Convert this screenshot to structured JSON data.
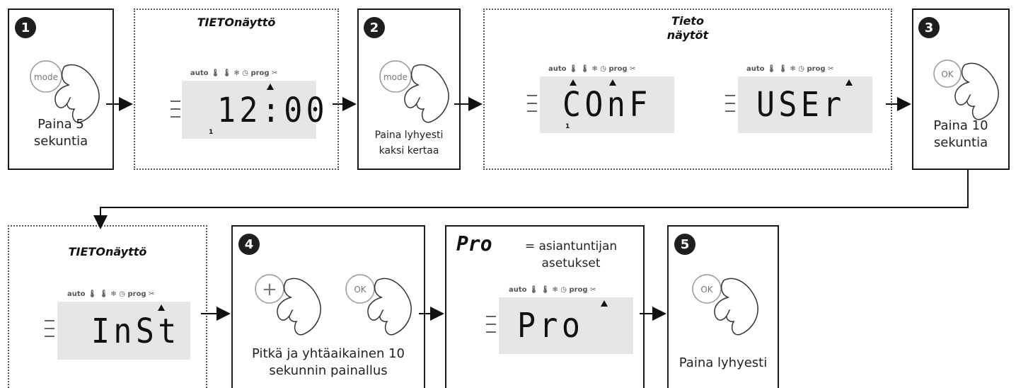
{
  "steps": {
    "s1": {
      "number": "1",
      "caption": "Paina 5\nsekuntia",
      "button": "mode"
    },
    "s2": {
      "number": "2",
      "caption": "Paina lyhyesti\nkaksi kertaa",
      "button": "mode"
    },
    "s3": {
      "number": "3",
      "caption": "Paina 10\nsekuntia",
      "button": "OK"
    },
    "s4": {
      "number": "4",
      "caption": "Pitkä ja yhtäaikainen 10\nsekunnin painallus",
      "button_left": "+",
      "button_right": "OK"
    },
    "s5": {
      "number": "5",
      "caption": "Paina lyhyesti",
      "button": "OK"
    }
  },
  "info_display_1": {
    "title": "TIETOnäyttö",
    "lcd": "12:00"
  },
  "info_displays": {
    "title": "Tieto\nnäytöt",
    "lcd_a": "COnF",
    "lcd_b": "USEr"
  },
  "info_display_2": {
    "title": "TIETOnäyttö",
    "lcd": "InSt"
  },
  "pro_panel": {
    "symbol": "Pro",
    "label": "= asiantuntijan\nasetukset",
    "lcd": "Pro"
  },
  "lcd_icons": {
    "auto": "auto",
    "prog": "prog"
  },
  "lcd_small_digit": "1",
  "colors": {
    "frame": "#1a1a1a",
    "lcd_bg": "#e6e6e6",
    "badge": "#1e1e1e",
    "hand_outline": "#333333"
  }
}
